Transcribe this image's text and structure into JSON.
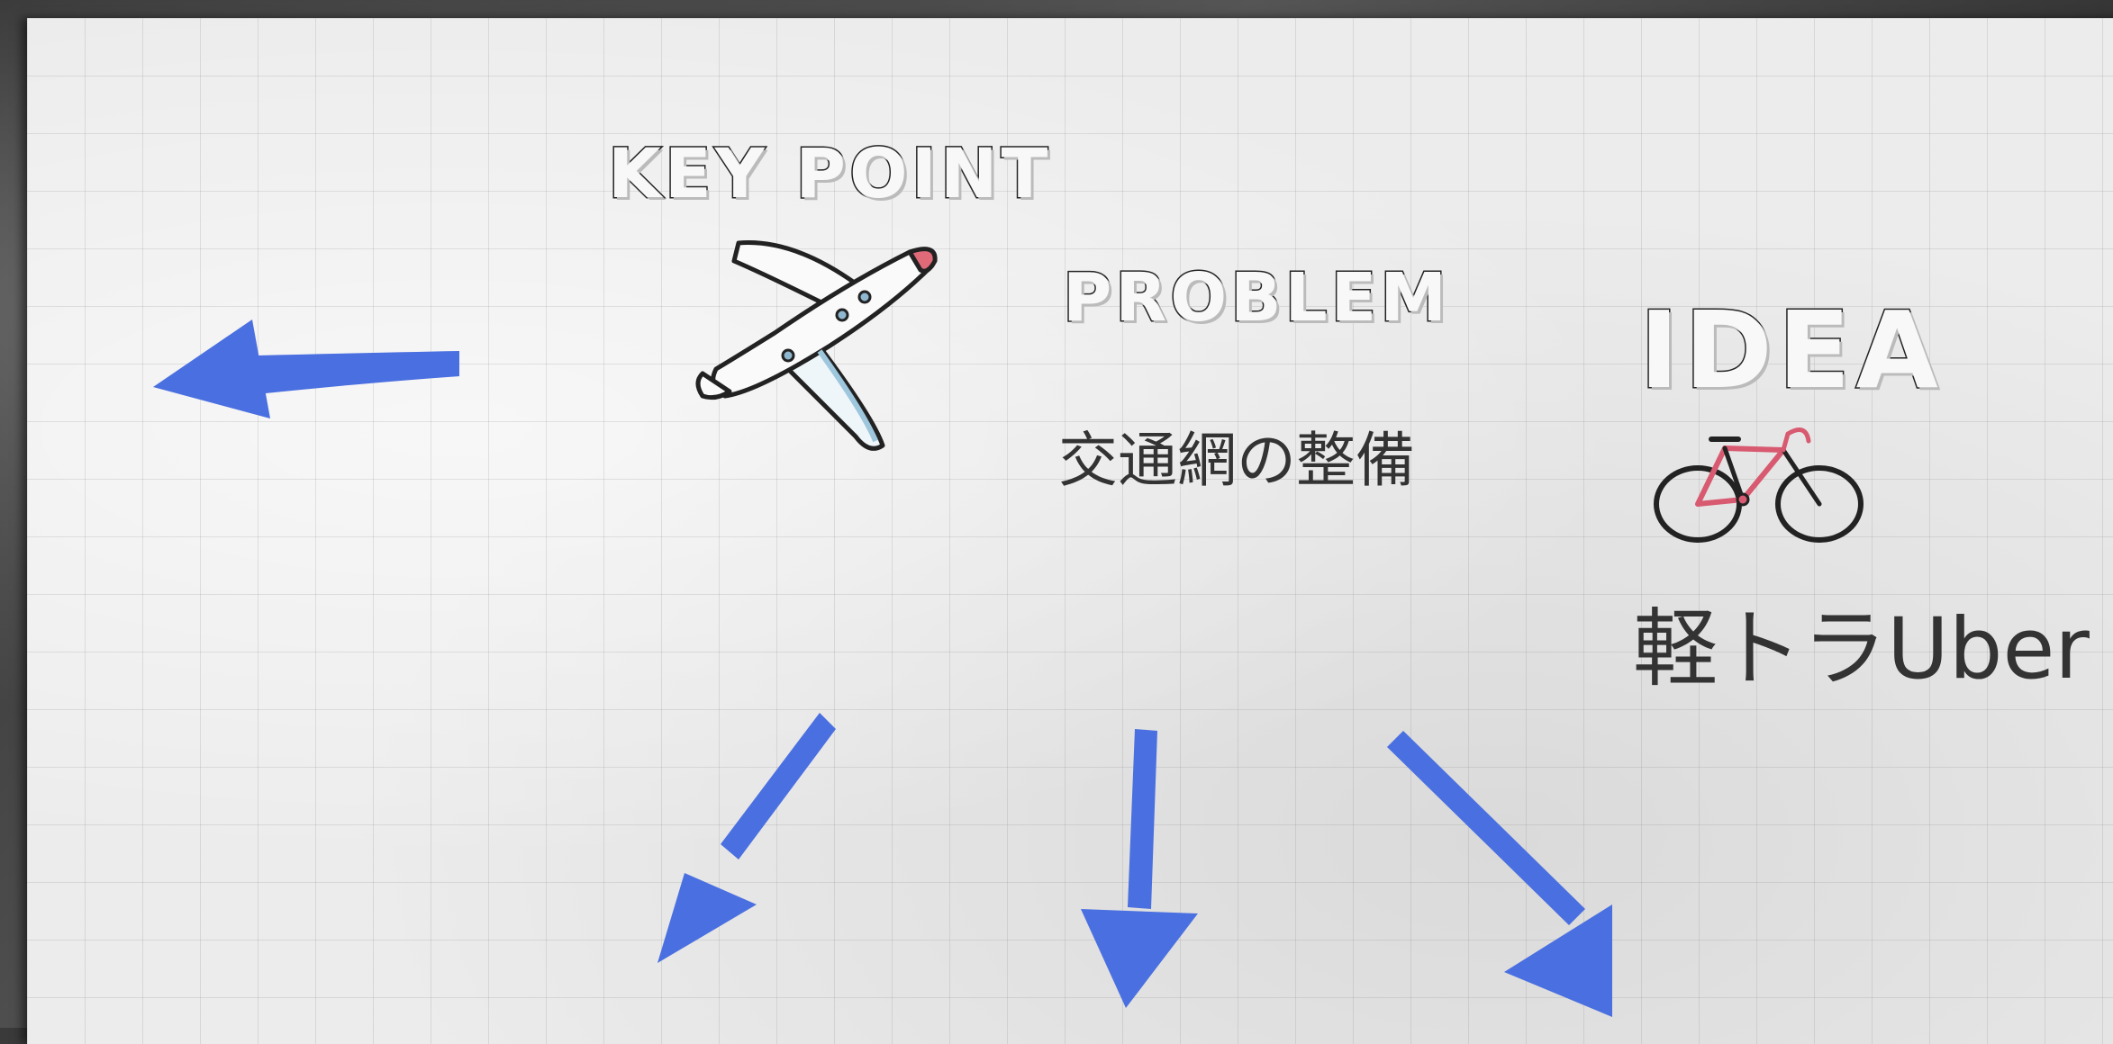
{
  "headings": {
    "key_point": "KEY POINT",
    "problem": "PROBLEM",
    "idea": "IDEA"
  },
  "text": {
    "problem_detail": "交通網の整備",
    "idea_detail": "軽トラUber"
  },
  "icons": {
    "airplane": "airplane-icon",
    "bicycle": "bicycle-icon",
    "arrow_left": "arrow-left-icon",
    "arrow_down_left": "arrow-down-left-icon",
    "arrow_down": "arrow-down-icon",
    "arrow_down_right": "arrow-down-right-icon"
  },
  "colors": {
    "arrow": "#4a6fe0",
    "plane_nose": "#e06a78",
    "bike_frame": "#d85a70"
  }
}
